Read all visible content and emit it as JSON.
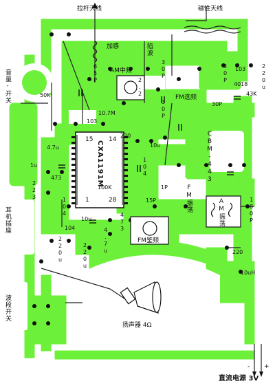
{
  "labels": {
    "antenna_rod": "拉杆天线",
    "antenna_mag": "磁性天线",
    "jiagan": "加感",
    "xianbo": "陷波",
    "am_zhongpin": "AM中频",
    "fm_xuanpin": "FM选频",
    "volume_switch": "音量-开关",
    "earphone": "耳机插座",
    "band_switch": "波段开关",
    "speaker": "扬声器 4Ω",
    "dc_power": "直流电源 3V",
    "fm_zhendang": "FM振荡",
    "fm_jianpin": "FM鉴频",
    "am_zhendang": "AM振荡",
    "chip": "CXA1191M",
    "cbm": "CBM-443",
    "pin15": "15",
    "pin14": "14",
    "pin1": "1",
    "pin28": "28",
    "c_50k": "50K",
    "c_65p": "65P",
    "c_22": "2.2",
    "c_103a": "103",
    "c_103b": "103",
    "c_107m": "10.7M",
    "c_220a": "220",
    "c_30pa": "30P",
    "c_30pb": "30P",
    "c_30pc": "30P",
    "c_30pd": "30P",
    "c_4018": "4018",
    "c_43k": "43K",
    "c_220u": "220u",
    "c_10u": "10u",
    "c_104a": "104",
    "c_104b": "104",
    "c_104c": "104",
    "c_473a": "473",
    "c_473b": "473",
    "c_47u": "4.7u",
    "c_1u": "1u",
    "c_223": "223",
    "c_100k": "100K",
    "c_15p": "15P",
    "c_1p": "1P",
    "c_180p": "180P",
    "c_10ua": "10u",
    "c_10ub": "10u",
    "c_220ua": "220u",
    "c_220ub": "220u",
    "c_47ub": "4.7u",
    "c_220b": "220",
    "c_10uh": "10uH",
    "minus": "-",
    "plus": "+"
  },
  "colors": {
    "board": "#ffffff",
    "trace": "#6cf03a",
    "ink": "#111111",
    "wire": "#222222",
    "component": "#333333"
  }
}
